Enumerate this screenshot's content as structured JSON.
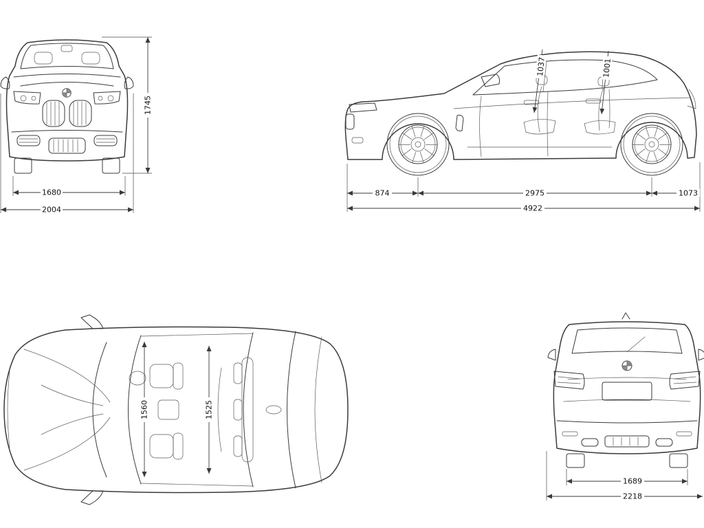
{
  "colors": {
    "background": "#ffffff",
    "line": "#3a3a3a"
  },
  "views": {
    "front": {
      "height": "1745",
      "track_width": "1680",
      "overall_width": "2004"
    },
    "side": {
      "front_headroom": "1037",
      "rear_headroom": "1001",
      "front_overhang": "874",
      "wheelbase": "2975",
      "rear_overhang": "1073",
      "overall_length": "4922"
    },
    "top": {
      "front_interior_width": "1560",
      "rear_interior_width": "1525"
    },
    "rear": {
      "rear_track": "1689",
      "overall_width_mirrors": "2218"
    }
  }
}
